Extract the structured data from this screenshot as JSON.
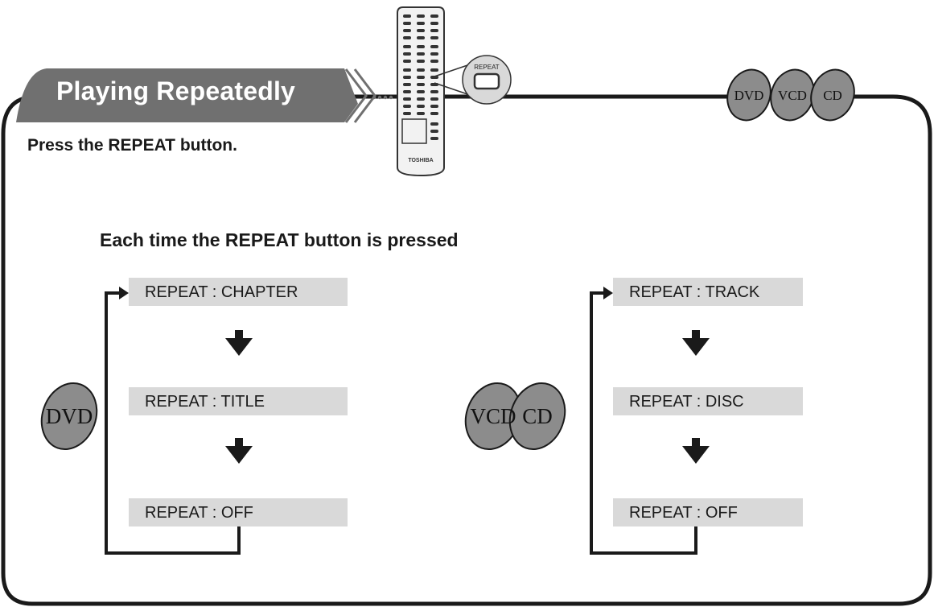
{
  "section": {
    "heading": "Playing Repeatedly",
    "instruction": "Press the REPEAT button.",
    "subheading": "Each time the REPEAT button is pressed"
  },
  "remote": {
    "brand": "TOSHIBA",
    "callout_label": "REPEAT"
  },
  "format_icons": [
    "DVD",
    "VCD",
    "CD"
  ],
  "dvd_cycle": {
    "disc_icons": [
      "DVD"
    ],
    "states": [
      "REPEAT : CHAPTER",
      "REPEAT : TITLE",
      "REPEAT : OFF"
    ]
  },
  "vcd_cd_cycle": {
    "disc_icons": [
      "VCD",
      "CD"
    ],
    "states": [
      "REPEAT : TRACK",
      "REPEAT : DISC",
      "REPEAT : OFF"
    ]
  },
  "colors": {
    "banner": "#707070",
    "state_box": "#d9d9d9",
    "disc_fill": "#8c8c8c",
    "line": "#1a1a1a"
  }
}
